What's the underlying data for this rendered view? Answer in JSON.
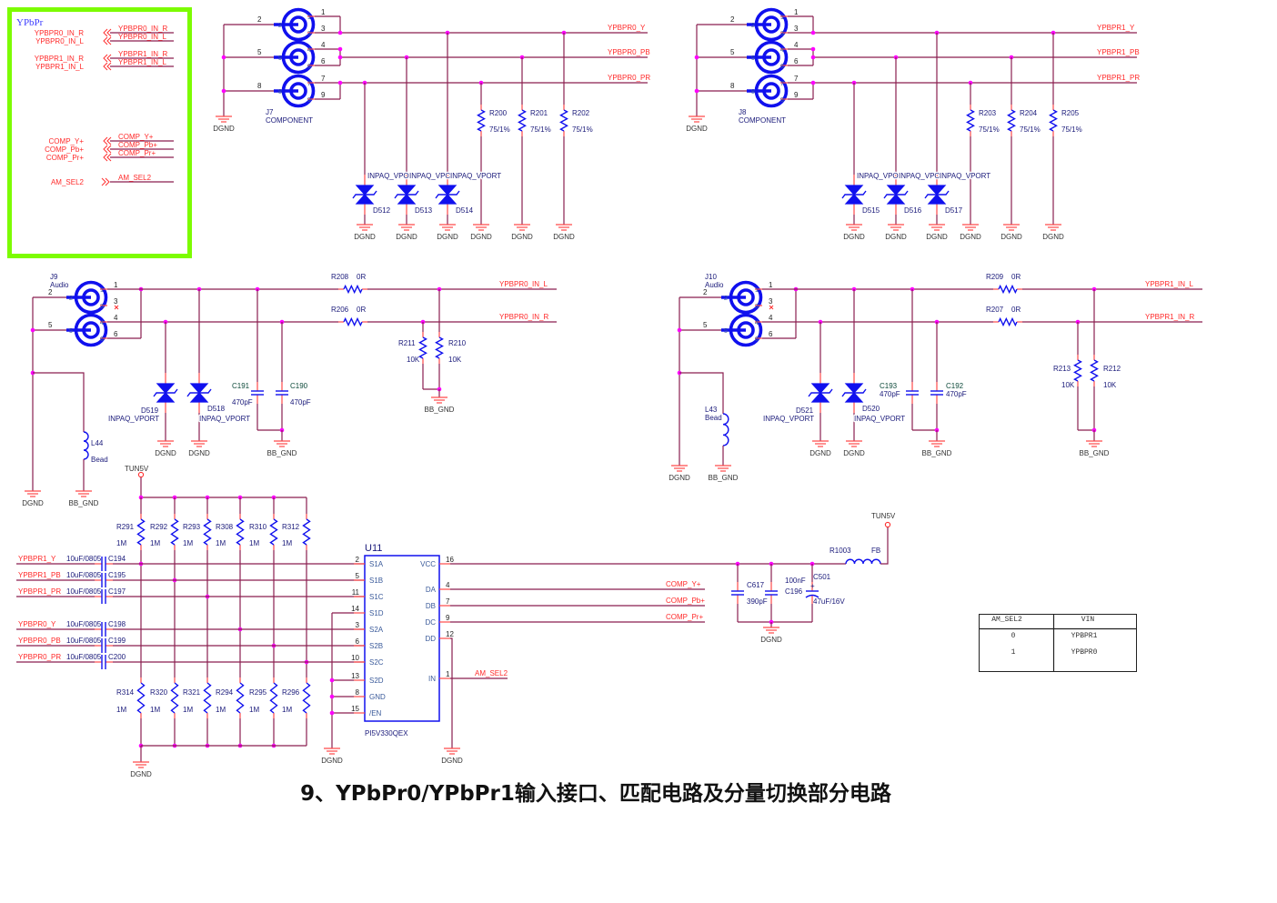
{
  "title": "9、YPbPr0/YPbPr1输入接口、匹配电路及分量切换部分电路",
  "colors": {
    "wire": "#8a1f4f",
    "net_label": "#ff2a2a",
    "component": "#1010ee",
    "junction": "#ff00ff",
    "port_box_border": "#7cfc00"
  },
  "port_box": {
    "title": "YPbPr",
    "ports": [
      {
        "name": "YPBPR0_IN_R",
        "net": "YPBPR0_IN_R"
      },
      {
        "name": "YPBPR0_IN_L",
        "net": "YPBPR0_IN_L"
      },
      {
        "name": "YPBPR1_IN_R",
        "net": "YPBPR1_IN_R"
      },
      {
        "name": "YPBPR1_IN_L",
        "net": "YPBPR1_IN_L"
      },
      {
        "name": "COMP_Y+",
        "net": "COMP_Y+"
      },
      {
        "name": "COMP_Pb+",
        "net": "COMP_Pb+"
      },
      {
        "name": "COMP_Pr+",
        "net": "COMP_Pr+"
      },
      {
        "name": "AM_SEL2",
        "net": "AM_SEL2"
      }
    ]
  },
  "video_inputs": [
    {
      "ref": "J7",
      "type": "COMPONENT",
      "left_pins": [
        "2",
        "5",
        "8"
      ],
      "right_pins": [
        "1",
        "3",
        "4",
        "6",
        "7",
        "9"
      ],
      "nets": [
        "YPBPR0_Y",
        "YPBPR0_PB",
        "YPBPR0_PR"
      ],
      "diodes": [
        {
          "ref": "D512",
          "value": "INPAQ_VPORT"
        },
        {
          "ref": "D513",
          "value": "INPAQ_VPORT"
        },
        {
          "ref": "D514",
          "value": "INPAQ_VPORT"
        }
      ],
      "resistors": [
        {
          "ref": "R200",
          "value": "75/1%"
        },
        {
          "ref": "R201",
          "value": "75/1%"
        },
        {
          "ref": "R202",
          "value": "75/1%"
        }
      ],
      "ground": "DGND"
    },
    {
      "ref": "J8",
      "type": "COMPONENT",
      "left_pins": [
        "2",
        "5",
        "8"
      ],
      "right_pins": [
        "1",
        "3",
        "4",
        "6",
        "7",
        "9"
      ],
      "nets": [
        "YPBPR1_Y",
        "YPBPR1_PB",
        "YPBPR1_PR"
      ],
      "diodes": [
        {
          "ref": "D515",
          "value": "INPAQ_VPORT"
        },
        {
          "ref": "D516",
          "value": "INPAQ_VPORT"
        },
        {
          "ref": "D517",
          "value": "INPAQ_VPORT"
        }
      ],
      "resistors": [
        {
          "ref": "R203",
          "value": "75/1%"
        },
        {
          "ref": "R204",
          "value": "75/1%"
        },
        {
          "ref": "R205",
          "value": "75/1%"
        }
      ],
      "ground": "DGND"
    }
  ],
  "audio_inputs": [
    {
      "ref": "J9",
      "type": "Audio",
      "left_pins": [
        "2",
        "5"
      ],
      "right_pins": [
        "1",
        "3",
        "4",
        "6"
      ],
      "nets": [
        "YPBPR0_IN_L",
        "YPBPR0_IN_R"
      ],
      "series": [
        {
          "ref": "R208",
          "value": "0R"
        },
        {
          "ref": "R206",
          "value": "0R"
        }
      ],
      "diodes": [
        {
          "ref": "D519",
          "value": "INPAQ_VPORT"
        },
        {
          "ref": "D518",
          "value": "INPAQ_VPORT"
        }
      ],
      "caps": [
        {
          "ref": "C191",
          "value": "470pF"
        },
        {
          "ref": "C190",
          "value": "470pF"
        }
      ],
      "pulldowns": [
        {
          "ref": "R211",
          "value": "10K"
        },
        {
          "ref": "R210",
          "value": "10K"
        }
      ],
      "bead": {
        "ref": "L44",
        "value": "Bead"
      },
      "grounds": {
        "digital": "DGND",
        "analog": "BB_GND"
      }
    },
    {
      "ref": "J10",
      "type": "Audio",
      "left_pins": [
        "2",
        "5"
      ],
      "right_pins": [
        "1",
        "3",
        "4",
        "6"
      ],
      "nets": [
        "YPBPR1_IN_L",
        "YPBPR1_IN_R"
      ],
      "series": [
        {
          "ref": "R209",
          "value": "0R"
        },
        {
          "ref": "R207",
          "value": "0R"
        }
      ],
      "diodes": [
        {
          "ref": "D521",
          "value": "INPAQ_VPORT"
        },
        {
          "ref": "D520",
          "value": "INPAQ_VPORT"
        }
      ],
      "caps": [
        {
          "ref": "C193",
          "value": "470pF"
        },
        {
          "ref": "C192",
          "value": "470pF"
        }
      ],
      "pulldowns": [
        {
          "ref": "R213",
          "value": "10K"
        },
        {
          "ref": "R212",
          "value": "10K"
        }
      ],
      "bead": {
        "ref": "L43",
        "value": "Bead"
      },
      "grounds": {
        "digital": "DGND",
        "analog": "BB_GND"
      }
    }
  ],
  "switch": {
    "power": "TUN5V",
    "ground": "DGND",
    "bias_top": [
      {
        "ref": "R291",
        "value": "1M"
      },
      {
        "ref": "R292",
        "value": "1M"
      },
      {
        "ref": "R293",
        "value": "1M"
      },
      {
        "ref": "R308",
        "value": "1M"
      },
      {
        "ref": "R310",
        "value": "1M"
      },
      {
        "ref": "R312",
        "value": "1M"
      }
    ],
    "bias_bottom": [
      {
        "ref": "R314",
        "value": "1M"
      },
      {
        "ref": "R320",
        "value": "1M"
      },
      {
        "ref": "R321",
        "value": "1M"
      },
      {
        "ref": "R294",
        "value": "1M"
      },
      {
        "ref": "R295",
        "value": "1M"
      },
      {
        "ref": "R296",
        "value": "1M"
      }
    ],
    "inputs": [
      {
        "net": "YPBPR1_Y",
        "cap": "C194",
        "value": "10uF/0805"
      },
      {
        "net": "YPBPR1_PB",
        "cap": "C195",
        "value": "10uF/0805"
      },
      {
        "net": "YPBPR1_PR",
        "cap": "C197",
        "value": "10uF/0805"
      },
      {
        "net": "YPBPR0_Y",
        "cap": "C198",
        "value": "10uF/0805"
      },
      {
        "net": "YPBPR0_PB",
        "cap": "C199",
        "value": "10uF/0805"
      },
      {
        "net": "YPBPR0_PR",
        "cap": "C200",
        "value": "10uF/0805"
      }
    ],
    "chip": {
      "ref": "U11",
      "part": "PI5V330QEX",
      "left_pins": [
        {
          "num": "2",
          "name": "S1A"
        },
        {
          "num": "5",
          "name": "S1B"
        },
        {
          "num": "11",
          "name": "S1C"
        },
        {
          "num": "14",
          "name": "S1D"
        },
        {
          "num": "3",
          "name": "S2A"
        },
        {
          "num": "6",
          "name": "S2B"
        },
        {
          "num": "10",
          "name": "S2C"
        },
        {
          "num": "13",
          "name": "S2D"
        },
        {
          "num": "8",
          "name": "GND"
        },
        {
          "num": "15",
          "name": "/EN"
        }
      ],
      "right_pins": [
        {
          "num": "16",
          "name": "VCC"
        },
        {
          "num": "4",
          "name": "DA"
        },
        {
          "num": "7",
          "name": "DB"
        },
        {
          "num": "9",
          "name": "DC"
        },
        {
          "num": "12",
          "name": "DD"
        },
        {
          "num": "1",
          "name": "IN"
        }
      ]
    },
    "outputs": [
      "COMP_Y+",
      "COMP_Pb+",
      "COMP_Pr+"
    ],
    "select_net": "AM_SEL2",
    "supply_filter": {
      "power": "TUN5V",
      "ferrite": {
        "ref": "R1003",
        "value": "FB"
      },
      "caps": [
        {
          "ref": "C617",
          "value": "390pF"
        },
        {
          "ref": "C196",
          "value": "100nF"
        },
        {
          "ref": "C501",
          "value": "47uF/16V",
          "polarity": "+"
        }
      ],
      "ground": "DGND"
    }
  },
  "truth_table": {
    "headers": [
      "AM_SEL2",
      "VIN"
    ],
    "rows": [
      [
        "0",
        "YPBPR1"
      ],
      [
        "1",
        "YPBPR0"
      ]
    ]
  }
}
